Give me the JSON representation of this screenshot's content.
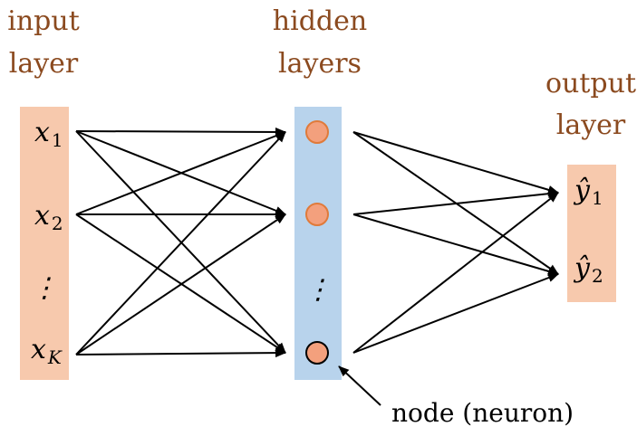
{
  "colors": {
    "input_box": "#f7c9ad",
    "hidden_box": "#b8d3ec",
    "output_box": "#f7c9ad",
    "node_fill": "#f3a07d",
    "node_stroke": "#e07a3a",
    "title_color": "#8b4a1f"
  },
  "titles": {
    "input": [
      "input",
      "layer"
    ],
    "hidden": [
      "hidden",
      "layers"
    ],
    "output": [
      "output",
      "layer"
    ]
  },
  "inputs": {
    "x1": {
      "base": "x",
      "sub": "1"
    },
    "x2": {
      "base": "x",
      "sub": "2"
    },
    "dots": "⋮",
    "xK": {
      "base": "x",
      "sub": "K"
    }
  },
  "outputs": {
    "y1": {
      "base": "ŷ",
      "sub": "1"
    },
    "y2": {
      "base": "ŷ",
      "sub": "2"
    }
  },
  "hidden": {
    "dots": "⋮"
  },
  "annotation": "node (neuron)"
}
